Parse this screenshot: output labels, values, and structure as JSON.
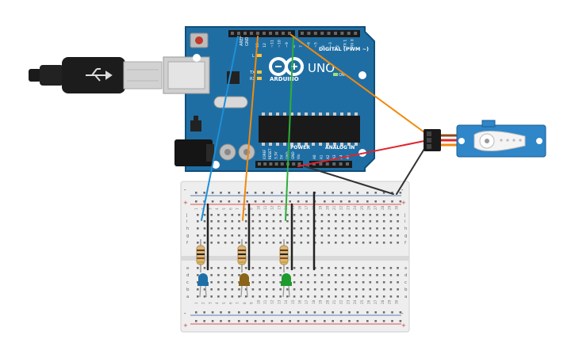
{
  "board": {
    "logo_text": "ARDUINO",
    "model": "UNO",
    "digital_header": "DIGITAL (PWM ~)",
    "power_label": "POWER",
    "analog_label": "ANALOG IN",
    "on_label": "ON",
    "tx_label": "TX",
    "rx_label": "RX",
    "l_label": "L",
    "aref_label": "AREF",
    "gnd_label": "GND",
    "top_pins": [
      "13",
      "12",
      "~11",
      "~10",
      "~9",
      "8",
      "7",
      "~6",
      "~5",
      "4",
      "~3",
      "2",
      "TX 1",
      "RX 0"
    ],
    "power_pins": [
      "IOREF",
      "RESET",
      "3.3V",
      "5V",
      "GND",
      "GND",
      "Vin"
    ],
    "analog_pins": [
      "A0",
      "A1",
      "A2",
      "A3",
      "A4",
      "A5"
    ]
  },
  "breadboard": {
    "row_letters_top": [
      "j",
      "i",
      "h",
      "g",
      "f"
    ],
    "row_letters_bottom": [
      "e",
      "d",
      "c",
      "b",
      "a"
    ],
    "column_count": 30,
    "rail_plus": "+",
    "rail_minus": "-"
  },
  "components": {
    "leds": [
      {
        "name": "blue-led",
        "color": "#1e6fa8"
      },
      {
        "name": "yellow-led",
        "color": "#8a6418"
      },
      {
        "name": "green-led",
        "color": "#1f9a2f"
      }
    ]
  },
  "wires": [
    {
      "name": "blue-wire",
      "color": "#1e8fd6"
    },
    {
      "name": "orange-wire",
      "color": "#f08a10"
    },
    {
      "name": "green-wire",
      "color": "#2eae3a"
    },
    {
      "name": "servo-signal-wire",
      "color": "#f08a10"
    },
    {
      "name": "servo-power-wire",
      "color": "#e0242c"
    },
    {
      "name": "servo-ground-wire",
      "color": "#333333"
    }
  ],
  "colors": {
    "board_blue": "#1f6ea3",
    "board_dark": "#0f4f7d",
    "servo_blue": "#2f86c8"
  }
}
